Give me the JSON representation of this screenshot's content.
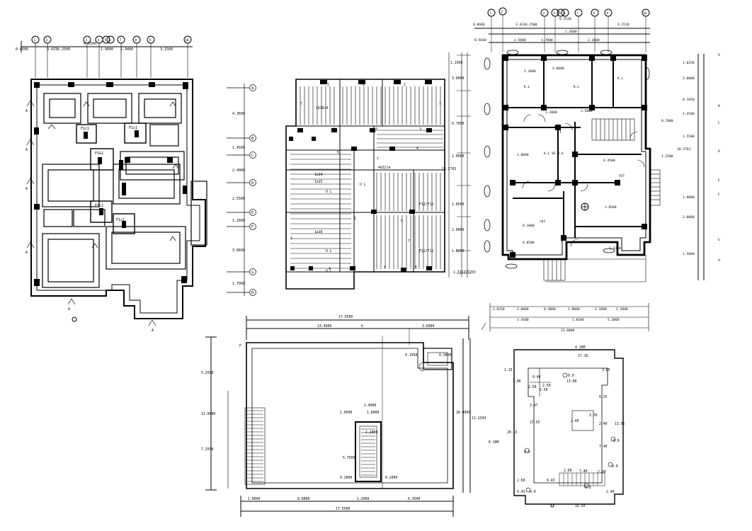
{
  "foundation_plan": {
    "top_dims": [
      "0.8606",
      "3.4336.2500",
      "0.1500",
      "1.9600",
      "1.9400",
      "3.1500"
    ],
    "grid_ids": [
      "1",
      "2",
      "3",
      "4",
      "5",
      "6",
      "7",
      "8",
      "9",
      "10"
    ],
    "footing_labels": [
      "F1c1",
      "F1c1",
      "F1G1",
      "F1c1",
      "F1c1"
    ],
    "section_marks": [
      "A",
      "A",
      "A",
      "A",
      "A",
      "A"
    ]
  },
  "right_dim_column": {
    "row_ids": [
      "A",
      "B",
      "C",
      "D",
      "E",
      "F",
      "G",
      "H"
    ],
    "dims": [
      "4.3600",
      "1.4500",
      "2.4000",
      "2.5500",
      "1.2600",
      "3.8600",
      "1.7000"
    ]
  },
  "slab_plan": {
    "labels": [
      "2",
      "2",
      "2",
      "7",
      "7",
      "3",
      "3",
      "3",
      "4",
      "5",
      "5",
      "7",
      "7",
      "1",
      "1",
      "4",
      "4",
      "6"
    ],
    "notes": [
      "1618/4",
      "1a15",
      "1a16",
      "U L",
      "U L",
      "U L",
      "U L",
      "1a14",
      "4d12/m",
      "F12/F12",
      "F12/F12"
    ],
    "left_dims": [
      "1.1500",
      "3.0000",
      "0.7000",
      "2.0000",
      "1.8500",
      "2.0000",
      "1.8250"
    ],
    "total": "18.2763",
    "bottom_dim": "1.726377263"
  },
  "ground_floor_plan": {
    "top_dims": [
      "0.8666",
      "3.4336.2500",
      "0.1520",
      "1.3600",
      "3.1520",
      "0.5660",
      "1.7000",
      "2.5000",
      "2.1800"
    ],
    "grid_ids": [
      "1",
      "2",
      "3",
      "4",
      "5",
      "6",
      "7",
      "8",
      "9",
      "10"
    ],
    "room_labels": [
      "K.L",
      "K.L",
      "K.L",
      "K.L  VE.3.A",
      "PIT",
      "cb1"
    ],
    "dims": [
      "4.0000",
      "2.1000",
      "4.3500",
      "1.5000",
      "1.2000",
      "1.8500",
      "1.8000",
      "6.8500",
      "0.1000",
      "2.3300"
    ],
    "right_dims": [
      "1.0250",
      "2.0000",
      "0.1850",
      "1.4500",
      "1.5500",
      "0.7000",
      "1.2500",
      "1.8000",
      "2.0000",
      "1.5000"
    ],
    "right_row_ids": [
      "A",
      "B",
      "C",
      "D",
      "E",
      "F",
      "G",
      "H"
    ],
    "right_total": "18.2761",
    "bottom_chain": [
      "2.0250",
      "2.0000",
      "0.3000",
      "1.8000",
      "2.1800",
      "1.3000"
    ],
    "bottom_mid": [
      "3.4500",
      "1.8500",
      "5.3000"
    ],
    "bottom_total": "13.0000"
  },
  "stair_section": {
    "top_dims": [
      "17.5500",
      "13.4900",
      "3.6000"
    ],
    "right_dims": [
      "18.0000",
      "11.1334"
    ],
    "left_dims": [
      "5.2500",
      "13.0000",
      "7.2500"
    ],
    "core_dims": [
      "2.4000",
      "1.0500",
      "1.8000",
      "1.2000",
      "5.7500",
      "0.2000",
      "0.2000"
    ],
    "detail_dims": [
      "0.1500",
      "0.3000"
    ],
    "bottom_dims": [
      "1.6000",
      "8.8000",
      "1.2000",
      "6.3500"
    ],
    "bottom_total": "17.5500",
    "marks": [
      "F",
      "h"
    ]
  },
  "site_plan": {
    "header": "4  10M",
    "top_total": "17.16",
    "side_note_left": "8  10M",
    "dims": [
      "2.15",
      "13.00",
      "3.85",
      "1.00",
      "2.50",
      "2.50",
      "0.40",
      "1.50",
      "6.25",
      "3.47",
      "3.76",
      "17.55",
      "2.40",
      "2.40",
      "13.95",
      "20.13",
      "7.40",
      "2.60",
      "7.40",
      "2.90",
      "2.60",
      "9.43",
      "0.43",
      "2.40",
      "16.50"
    ],
    "level_labels": [
      "0.0",
      "0.0",
      "0.0",
      "0.0",
      "0.0",
      "0.0"
    ]
  }
}
